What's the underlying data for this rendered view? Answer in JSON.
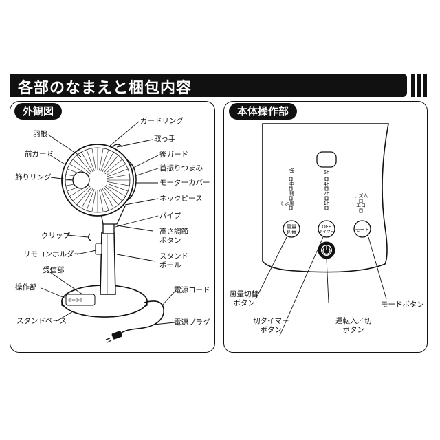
{
  "header": {
    "title": "各部のなまえと梱包内容"
  },
  "exterior": {
    "tag": "外観図",
    "labels": {
      "guard_ring": "ガードリング",
      "blade": "羽根",
      "knob": "取っ手",
      "front_guard": "前ガード",
      "rear_guard": "後ガード",
      "oscillation_knob": "首振りつまみ",
      "deco_ring": "飾りリング",
      "motor_cover": "モーターカバー",
      "neck_piece": "ネックピース",
      "pipe": "パイプ",
      "height_button": [
        "高さ調節",
        "ボタン"
      ],
      "clip": "クリップ",
      "remote_holder": "リモコンホルダー",
      "stand_pole": [
        "スタンド",
        "ポール"
      ],
      "receiver": "受信部",
      "control_panel": "操作部",
      "power_cord": "電源コード",
      "stand_base": "スタンドベース",
      "power_plug": "電源プラグ"
    }
  },
  "body_controls": {
    "tag": "本体操作部",
    "speed_levels": [
      "強",
      "中",
      "弱",
      "そよ風"
    ],
    "timer_levels": [
      "6h",
      "4h",
      "2h",
      "1h"
    ],
    "mode_levels": [
      "リズム",
      "エコ"
    ],
    "buttons": {
      "wind_switch": [
        "風量",
        "切替"
      ],
      "off_timer": [
        "OFF",
        "タイマー"
      ],
      "mode": "モード"
    },
    "callouts": {
      "wind_switch": [
        "風量切替",
        "ボタン"
      ],
      "off_timer": [
        "切タイマー",
        "ボタン"
      ],
      "power": [
        "運転入／切",
        "ボタン"
      ],
      "mode": "モードボタン"
    }
  }
}
